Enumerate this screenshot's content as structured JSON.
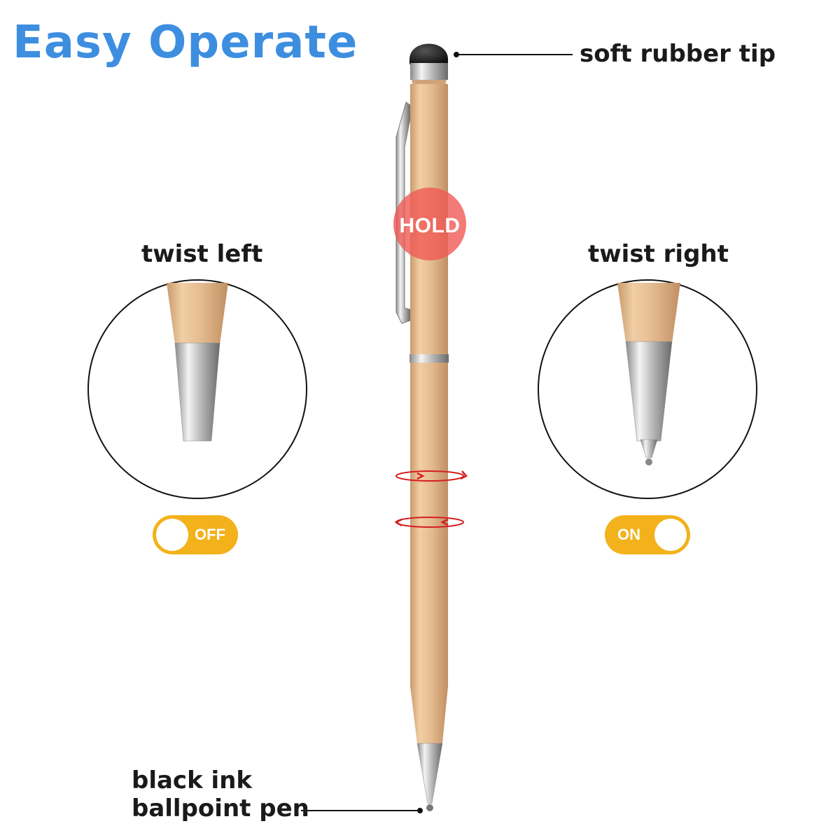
{
  "title": "Easy Operate",
  "callouts": {
    "top": "soft rubber tip",
    "bottom_line1": "black ink",
    "bottom_line2": "ballpoint pen"
  },
  "left_panel": {
    "heading": "twist left",
    "toggle_label": "OFF"
  },
  "right_panel": {
    "heading": "twist right",
    "toggle_label": "ON"
  },
  "hold_badge": "HOLD",
  "colors": {
    "title_blue": "#3e8ee0",
    "pen_gold": "#e3b98d",
    "toggle_yellow": "#f3b21b",
    "hold_red": "#f05a55",
    "rotate_arrow_red": "#d42020"
  }
}
